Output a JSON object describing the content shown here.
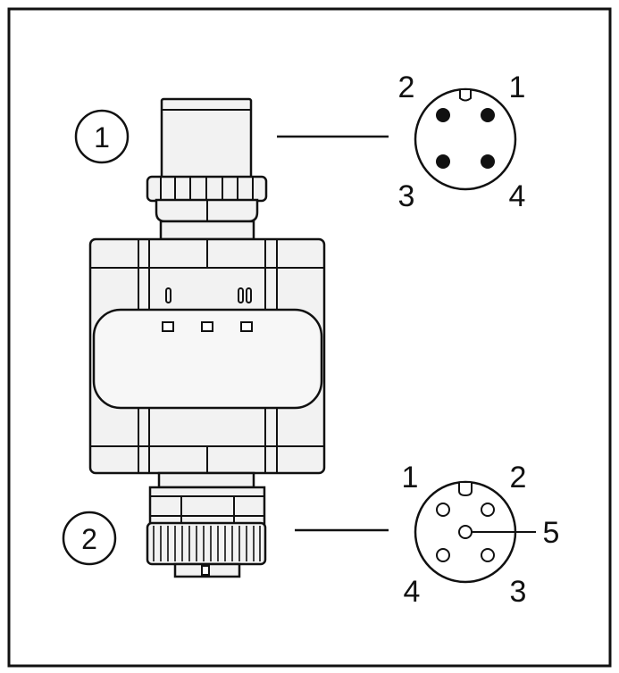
{
  "colors": {
    "ink": "#111111",
    "body_fill": "#f2f2f2",
    "background": "#ffffff"
  },
  "callouts": [
    "1",
    "2"
  ],
  "connector_top": {
    "type": "male",
    "pin_count": 4,
    "pin_labels": [
      "1",
      "2",
      "3",
      "4"
    ]
  },
  "connector_bottom": {
    "type": "female",
    "pin_count": 5,
    "pin_labels": [
      "1",
      "2",
      "3",
      "4",
      "5"
    ]
  }
}
